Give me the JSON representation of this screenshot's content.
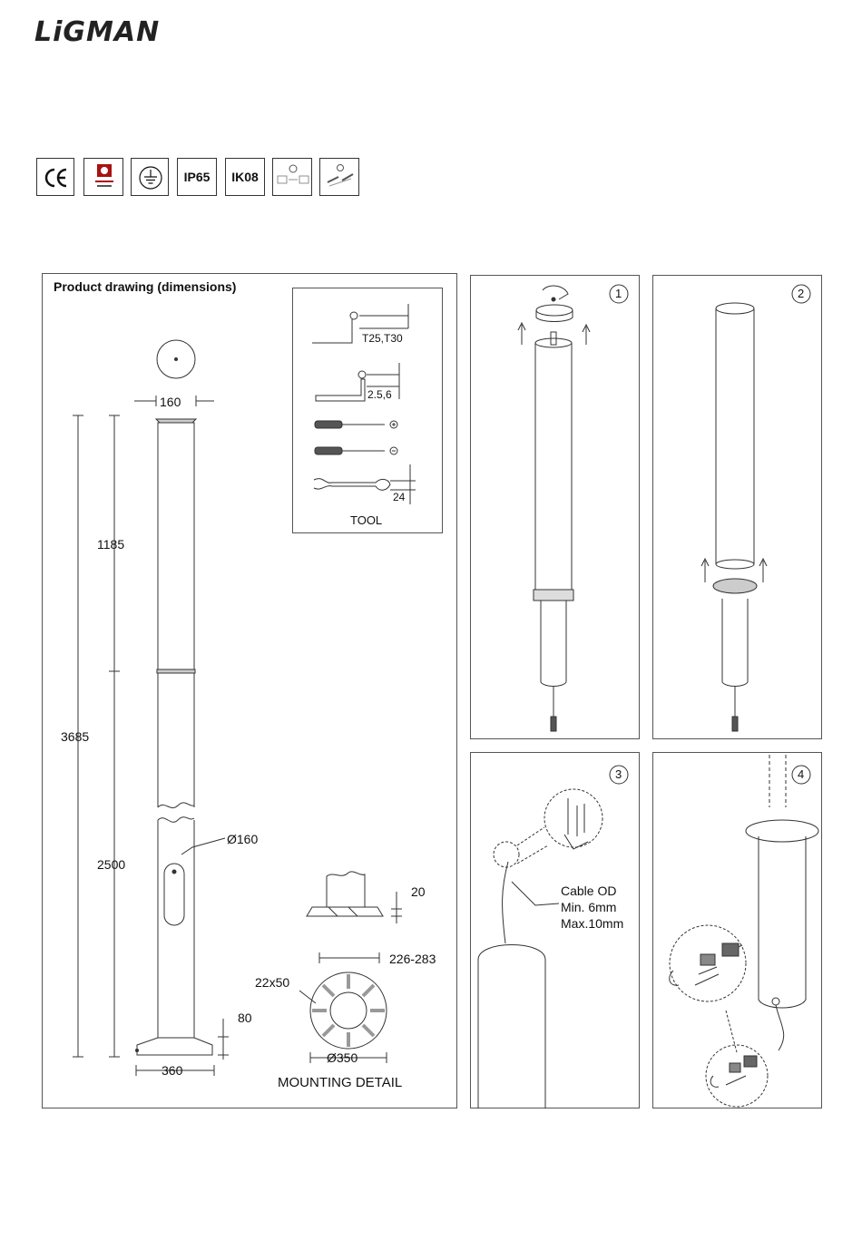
{
  "brand": {
    "logo_text": "LiGMAN"
  },
  "certifications": [
    "IP65",
    "IK08"
  ],
  "drawing": {
    "title": "Product drawing (dimensions)",
    "dims": {
      "top_width": "160",
      "upper_height": "1185",
      "total_height": "3685",
      "lower_height": "2500",
      "diameter": "Ø160",
      "base_height": "80",
      "base_width": "360"
    },
    "tool_box": {
      "label": "TOOL",
      "torx": "T25,T30",
      "hex": "2.5,6",
      "wrench": "24"
    },
    "mounting": {
      "label": "MOUNTING DETAIL",
      "flange_height": "20",
      "bolt_spacing": "226-283",
      "slot": "22x50",
      "base_diameter": "Ø350"
    }
  },
  "steps": {
    "step1": "1",
    "step2": "2",
    "step3": "3",
    "step4": "4",
    "cable": {
      "line1": "Cable OD",
      "line2": "Min. 6mm",
      "line3": "Max.10mm"
    }
  }
}
